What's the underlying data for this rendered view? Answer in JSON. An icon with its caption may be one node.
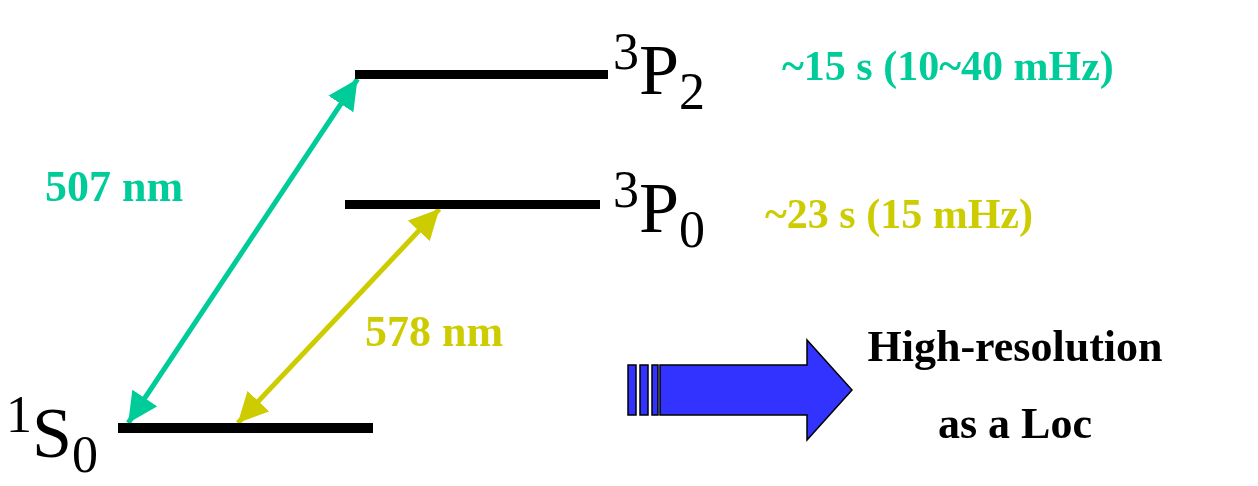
{
  "diagram": {
    "nodes": [
      {
        "text": [
          "$^{3}$P$_{2}$"
        ]
      },
      {
        "text": [
          "$^{3}$P$_{0}$"
        ]
      },
      {
        "text": [
          "$^{1}$S$_{0}$"
        ]
      },
      {
        "text": [
          "High-resolution as a Loc"
        ]
      }
    ],
    "edges": [
      {
        "from": 2,
        "to": 0,
        "arrow": "both",
        "label": "507 nm",
        "color": "#00cc99"
      },
      {
        "from": 2,
        "to": 1,
        "arrow": "both",
        "label": "578 nm",
        "color": "#cccc00"
      },
      {
        "from": null,
        "to": 3,
        "arrow": "to",
        "style": "thick",
        "color": "#3333ff"
      }
    ],
    "labels": [
      "~15 s (10~40 mHz)",
      "~23 s (15 mHz)"
    ]
  }
}
